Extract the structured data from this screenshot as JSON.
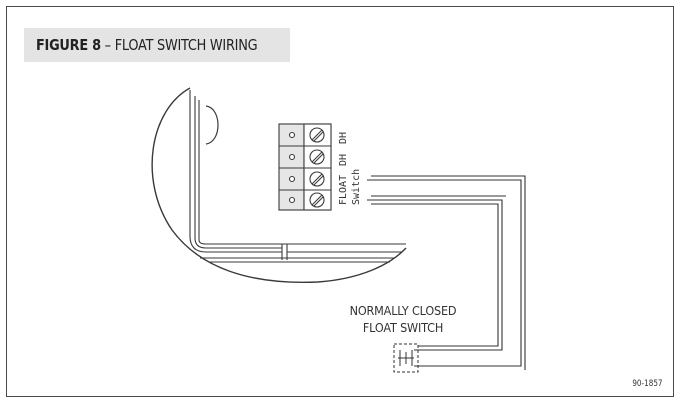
{
  "figure": {
    "title_bold": "FIGURE 8",
    "title_rest": " – FLOAT SWITCH WIRING"
  },
  "terminal_labels": {
    "dh": "DH",
    "float": "FLOAT",
    "switch": "Switch"
  },
  "switch_label": {
    "line1": "NORMALLY CLOSED",
    "line2": "FLOAT SWITCH"
  },
  "figure_code": "90-1857"
}
